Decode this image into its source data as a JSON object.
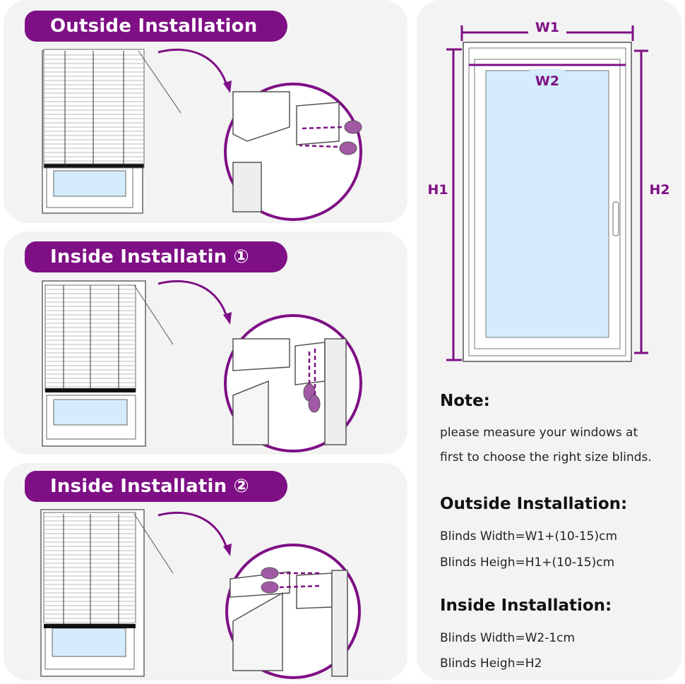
{
  "sections": [
    {
      "title": "Outside Installation"
    },
    {
      "title": "Inside Installatin ①"
    },
    {
      "title": "Inside Installatin ②"
    }
  ],
  "measure": {
    "w1": "W1",
    "w2": "W2",
    "h1": "H1",
    "h2": "H2"
  },
  "note": {
    "heading": "Note:",
    "line1": "please measure your windows at",
    "line2": "first to choose the right size blinds."
  },
  "outside": {
    "heading": "Outside Installation:",
    "width": "Blinds Width=W1+(10-15)cm",
    "height": "Blinds Heigh=H1+(10-15)cm"
  },
  "inside": {
    "heading": "Inside Installation:",
    "width": "Blinds Width=W2-1cm",
    "height": "Blinds Heigh=H2"
  },
  "colors": {
    "accent": "#7e0f85",
    "panel": "#f3f3f3",
    "glass": "#d4ecfb"
  },
  "icons": [
    "arrow-icon",
    "screw-icon",
    "bracket-icon",
    "blind-icon",
    "window-icon"
  ]
}
